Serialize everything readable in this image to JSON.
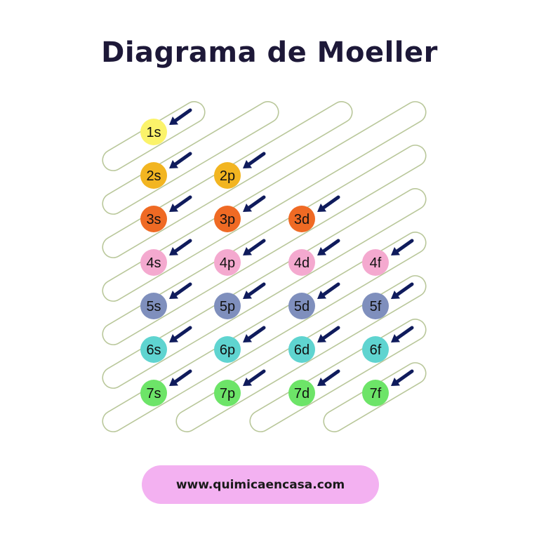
{
  "title": "Diagrama de Moeller",
  "footer": {
    "url": "www.quimicaencasa.com",
    "bg_color": "#f3b1f1"
  },
  "diagram": {
    "line_color": "#b9c79a",
    "arrow_color": "#0f1b5c",
    "col_x": [
      219,
      324,
      430,
      535
    ],
    "row_y": [
      188,
      250,
      312,
      374,
      436,
      498,
      560
    ],
    "radius": 19,
    "shell_colors": {
      "1": "#fbf36a",
      "2": "#f2b521",
      "3": "#ef6a24",
      "4": "#f4a9cf",
      "5": "#7f8fbd",
      "6": "#5fd4d0",
      "7": "#6de468"
    },
    "orbitals": [
      {
        "label": "1s",
        "row": 0,
        "col": 0
      },
      {
        "label": "2s",
        "row": 1,
        "col": 0
      },
      {
        "label": "2p",
        "row": 1,
        "col": 1
      },
      {
        "label": "3s",
        "row": 2,
        "col": 0
      },
      {
        "label": "3p",
        "row": 2,
        "col": 1
      },
      {
        "label": "3d",
        "row": 2,
        "col": 2
      },
      {
        "label": "4s",
        "row": 3,
        "col": 0
      },
      {
        "label": "4p",
        "row": 3,
        "col": 1
      },
      {
        "label": "4d",
        "row": 3,
        "col": 2
      },
      {
        "label": "4f",
        "row": 3,
        "col": 3
      },
      {
        "label": "5s",
        "row": 4,
        "col": 0
      },
      {
        "label": "5p",
        "row": 4,
        "col": 1
      },
      {
        "label": "5d",
        "row": 4,
        "col": 2
      },
      {
        "label": "5f",
        "row": 4,
        "col": 3
      },
      {
        "label": "6s",
        "row": 5,
        "col": 0
      },
      {
        "label": "6p",
        "row": 5,
        "col": 1
      },
      {
        "label": "6d",
        "row": 5,
        "col": 2
      },
      {
        "label": "6f",
        "row": 5,
        "col": 3
      },
      {
        "label": "7s",
        "row": 6,
        "col": 0
      },
      {
        "label": "7p",
        "row": 6,
        "col": 1
      },
      {
        "label": "7d",
        "row": 6,
        "col": 2
      },
      {
        "label": "7f",
        "row": 6,
        "col": 3
      }
    ]
  }
}
